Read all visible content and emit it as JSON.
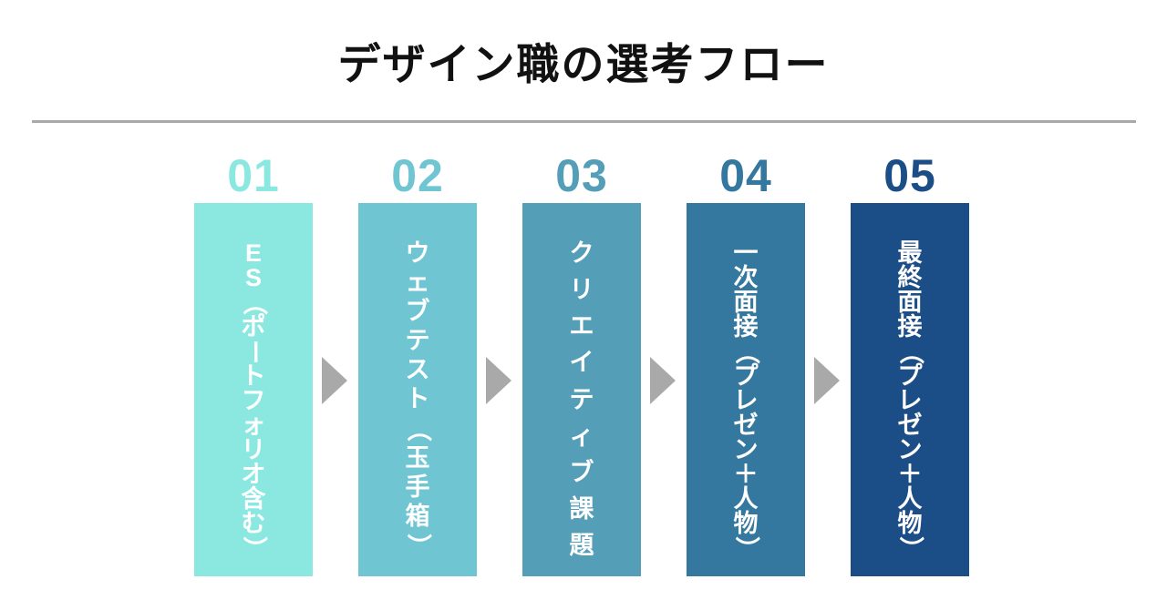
{
  "title": "デザイン職の選考フロー",
  "title_color": "#111111",
  "divider_color": "#a9a9a9",
  "arrow_color": "#a9a9a9",
  "label_text_color": "#ffffff",
  "steps": [
    {
      "number": "01",
      "label": "ES（ポートフォリオ含む）",
      "color": "#8be8e1"
    },
    {
      "number": "02",
      "label": "ウェブテスト（玉手箱）",
      "color": "#6fc6d2"
    },
    {
      "number": "03",
      "label": "クリエイティブ課題",
      "color": "#549eb8"
    },
    {
      "number": "04",
      "label": "一次面接（プレゼン＋人物）",
      "color": "#35789f"
    },
    {
      "number": "05",
      "label": "最終面接（プレゼン＋人物）",
      "color": "#1b4d87"
    }
  ]
}
